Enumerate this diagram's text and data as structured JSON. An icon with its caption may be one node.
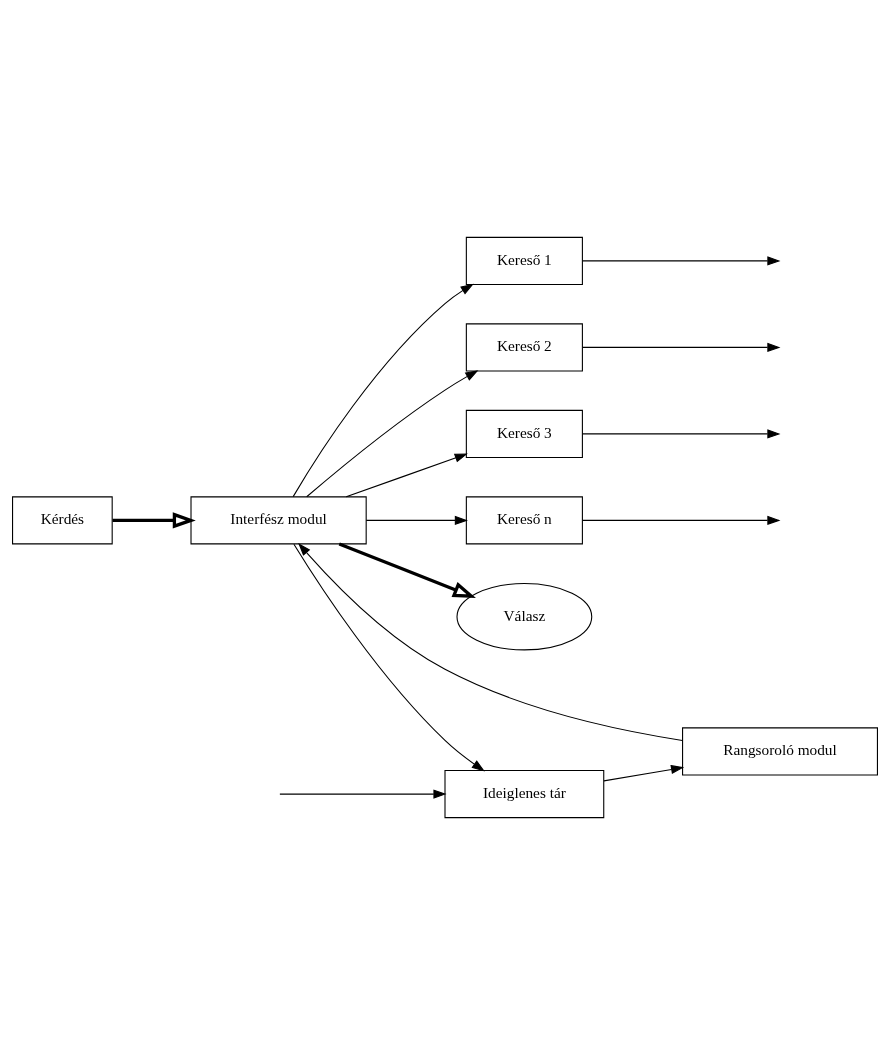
{
  "diagram": {
    "nodes": [
      {
        "text": [
          "Kérdés"
        ]
      },
      {
        "text": [
          "Interfész modul"
        ]
      },
      {
        "text": [
          "Kereső 1"
        ]
      },
      {
        "text": [
          "Kereső 2"
        ]
      },
      {
        "text": [
          "Kereső 3"
        ]
      },
      {
        "text": [
          "Kereső n"
        ]
      },
      {
        "text": [
          "Válasz"
        ]
      },
      {
        "text": [
          "Rangsoroló modul"
        ]
      },
      {
        "text": [
          "Ideiglenes tár"
        ]
      }
    ],
    "edges": [
      {
        "from": 0,
        "to": 1,
        "arrow": "to",
        "style": "thick"
      },
      {
        "from": 1,
        "to": 6,
        "arrow": "to",
        "style": "thick"
      },
      {
        "from": 1,
        "to": 2,
        "arrow": "to"
      },
      {
        "from": 1,
        "to": 3,
        "arrow": "to"
      },
      {
        "from": 1,
        "to": 4,
        "arrow": "to"
      },
      {
        "from": 1,
        "to": 5,
        "arrow": "to"
      },
      {
        "from": 2,
        "to": null,
        "arrow": "to"
      },
      {
        "from": 3,
        "to": null,
        "arrow": "to"
      },
      {
        "from": 4,
        "to": null,
        "arrow": "to"
      },
      {
        "from": 5,
        "to": null,
        "arrow": "to"
      },
      {
        "from": 1,
        "to": 8,
        "arrow": "to"
      },
      {
        "from": 8,
        "to": 7,
        "arrow": "to"
      },
      {
        "from": 7,
        "to": 1,
        "arrow": "to"
      },
      {
        "from": null,
        "to": 8,
        "arrow": "to"
      }
    ]
  }
}
